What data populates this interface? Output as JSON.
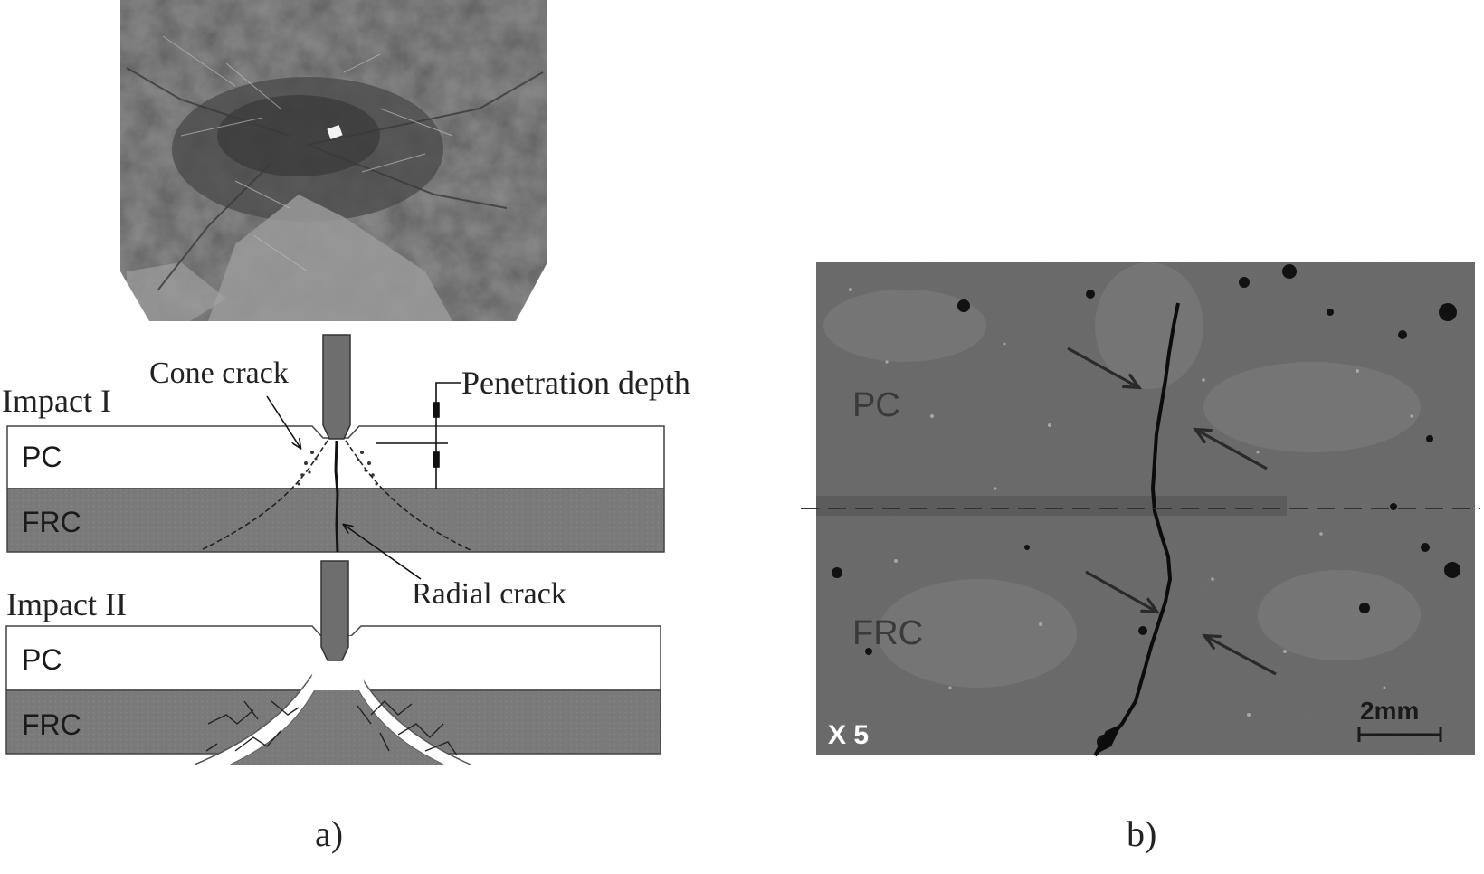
{
  "panel_a": {
    "impact_1": {
      "title": "Impact I",
      "cone_crack_label": "Cone crack",
      "penetration_label": "Penetration depth",
      "radial_crack_label": "Radial crack",
      "layer_top": "PC",
      "layer_bottom": "FRC"
    },
    "impact_2": {
      "title": "Impact II",
      "layer_top": "PC",
      "layer_bottom": "FRC"
    },
    "caption": "a)"
  },
  "panel_b": {
    "label_top": "PC",
    "label_bottom": "FRC",
    "magnification": "X 5",
    "scale_bar": "2mm",
    "caption": "b)"
  },
  "colors": {
    "frc_fill": "#7a7a7a",
    "pc_fill": "#ffffff",
    "projectile": "#6e6e6e",
    "micrograph_base": "#6b6b6b",
    "photo_base": "#8a8a8a"
  }
}
